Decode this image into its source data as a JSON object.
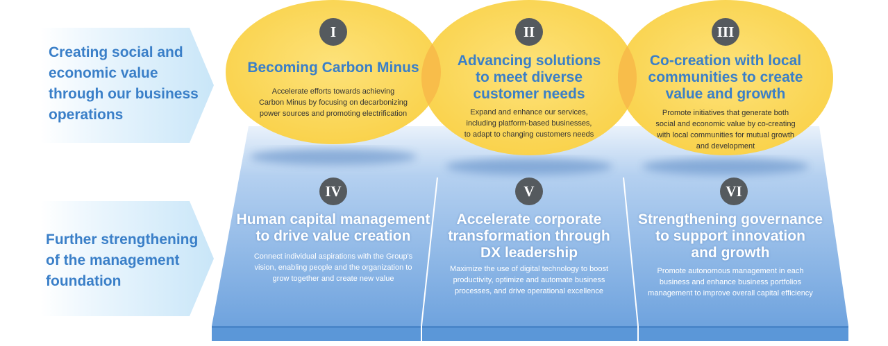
{
  "rows": {
    "top_label": "Creating social and\neconomic value\nthrough our business\noperations",
    "bottom_label": "Further strengthening\nof the management\nfoundation"
  },
  "pillars": [
    {
      "numeral": "I",
      "title": "Becoming Carbon Minus",
      "desc": "Accelerate efforts towards achieving\nCarbon Minus by focusing on decarbonizing\npower sources and promoting electrification"
    },
    {
      "numeral": "II",
      "title": "Advancing solutions\nto meet diverse\ncustomer needs",
      "desc": "Expand and enhance our services,\nincluding platform-based businesses,\nto adapt to changing customers needs"
    },
    {
      "numeral": "III",
      "title": "Co-creation with local\ncommunities to create\nvalue and growth",
      "desc": "Promote initiatives that generate both\nsocial and economic value by co-creating\nwith local communities for mutual growth\nand development"
    },
    {
      "numeral": "IV",
      "title": "Human capital management\nto drive value creation",
      "desc": "Connect individual aspirations with the Group's\nvision, enabling people and the organization to\ngrow together and create new value"
    },
    {
      "numeral": "V",
      "title": "Accelerate corporate\ntransformation through\nDX leadership",
      "desc": "Maximize the use of digital technology to boost\nproductivity, optimize and automate business\nprocesses, and drive operational excellence"
    },
    {
      "numeral": "VI",
      "title": "Strengthening governance\nto support innovation\nand growth",
      "desc": "Promote autonomous management in each\nbusiness and enhance business portfolios\nmanagement to improve overall capital efficiency"
    }
  ],
  "colors": {
    "accent_blue": "#3a7fc8",
    "circle_yellow": "#fbd551",
    "overlap_orange": "#f8bd4a",
    "numeral_gray": "#555a5e",
    "base_blue": "#5b97d8"
  }
}
